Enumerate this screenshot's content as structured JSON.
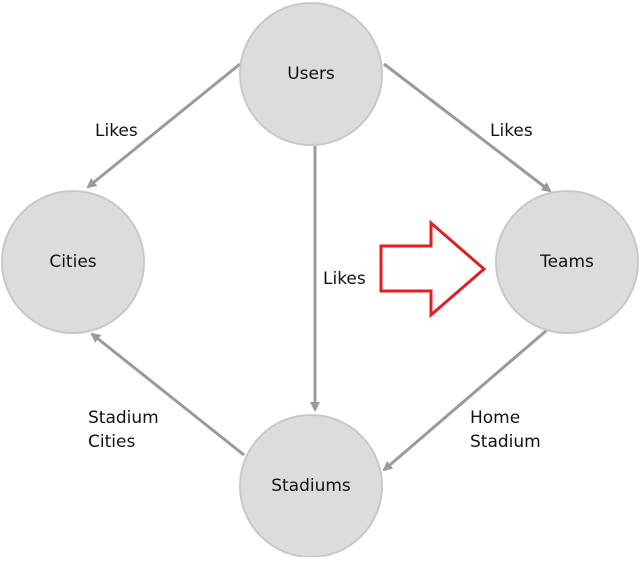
{
  "nodes": {
    "users": "Users",
    "cities": "Cities",
    "teams": "Teams",
    "stadiums": "Stadiums"
  },
  "edges": {
    "users_cities": "Likes",
    "users_teams": "Likes",
    "users_stadiums": "Likes",
    "stadiums_cities_line1": "Stadium",
    "stadiums_cities_line2": "Cities",
    "teams_stadiums_line1": "Home",
    "teams_stadiums_line2": "Stadium"
  },
  "colors": {
    "node_fill": "#dcdcdc",
    "node_stroke": "#c8c8c8",
    "edge": "#9a9a9a",
    "highlight_arrow": "#e02020"
  }
}
